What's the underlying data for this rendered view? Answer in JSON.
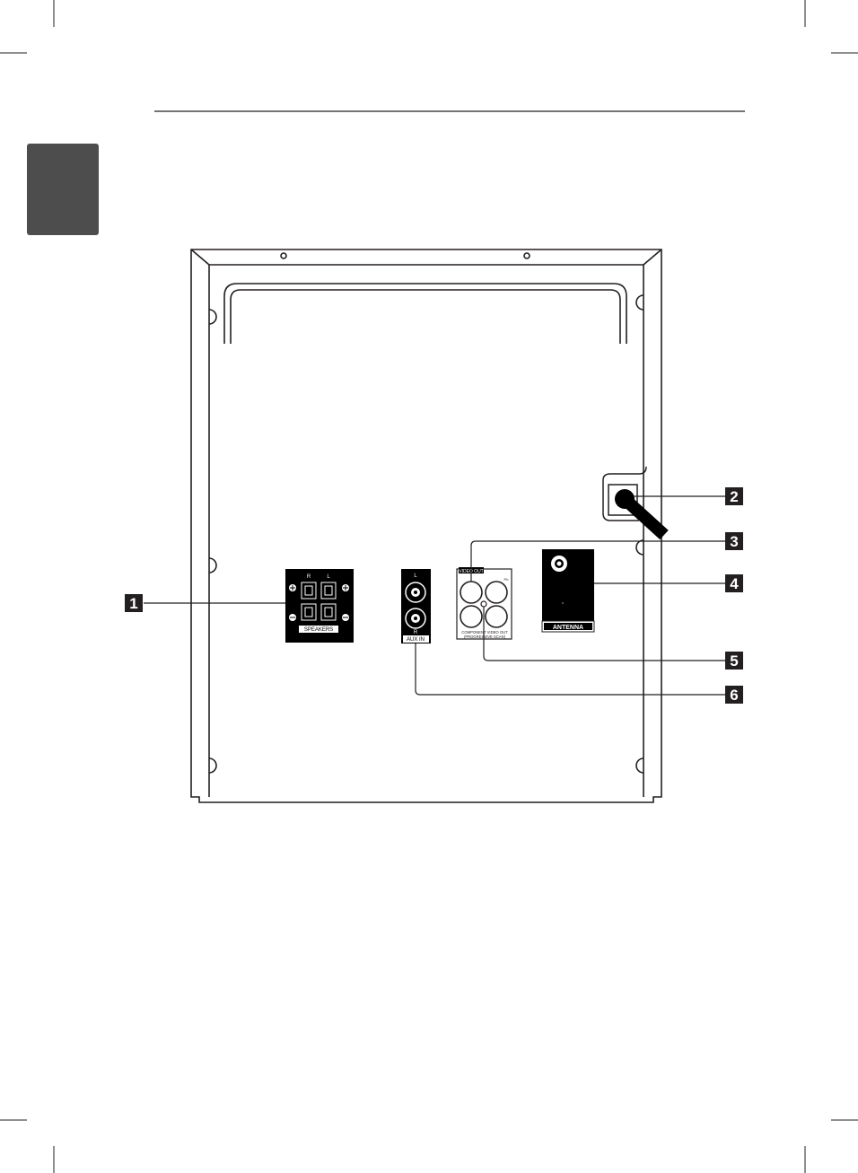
{
  "colors": {
    "ink": "#231f20",
    "tab": "#4d4d4d",
    "panel": "#000000",
    "background": "#ffffff"
  },
  "panel_labels": {
    "speakers": "SPEAKERS",
    "speaker_r": "R",
    "speaker_l": "L",
    "aux_in": "AUX IN",
    "aux_l": "L",
    "aux_r": "R",
    "video_out": "VIDEO OUT",
    "component_line1": "COMPONENT VIDEO OUT",
    "component_line2": "(PROGRESSIVE SCAN)",
    "component_pb": "Pb",
    "antenna": "ANTENNA"
  },
  "callouts": [
    {
      "id": "1",
      "label": "1",
      "target": "speakers-terminal"
    },
    {
      "id": "2",
      "label": "2",
      "target": "power-cord"
    },
    {
      "id": "3",
      "label": "3",
      "target": "video-out-jack"
    },
    {
      "id": "4",
      "label": "4",
      "target": "antenna-terminal"
    },
    {
      "id": "5",
      "label": "5",
      "target": "component-video-out-jacks"
    },
    {
      "id": "6",
      "label": "6",
      "target": "aux-in-jacks"
    }
  ]
}
